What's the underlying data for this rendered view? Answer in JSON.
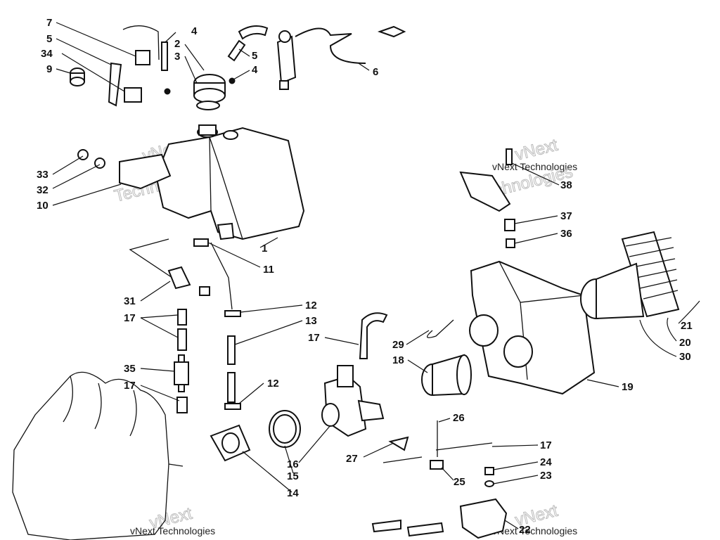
{
  "watermark": {
    "brand": "vNext",
    "text": "vNext Technologies",
    "word": "Technologies"
  },
  "callouts": [
    {
      "id": "7",
      "label": "7"
    },
    {
      "id": "5a",
      "label": "5"
    },
    {
      "id": "34",
      "label": "34"
    },
    {
      "id": "9",
      "label": "9"
    },
    {
      "id": "4a",
      "label": "4"
    },
    {
      "id": "2",
      "label": "2"
    },
    {
      "id": "3",
      "label": "3"
    },
    {
      "id": "5b",
      "label": "5"
    },
    {
      "id": "4b",
      "label": "4"
    },
    {
      "id": "6",
      "label": "6"
    },
    {
      "id": "33",
      "label": "33"
    },
    {
      "id": "32",
      "label": "32"
    },
    {
      "id": "10",
      "label": "10"
    },
    {
      "id": "1",
      "label": "1"
    },
    {
      "id": "11",
      "label": "11"
    },
    {
      "id": "38",
      "label": "38"
    },
    {
      "id": "37",
      "label": "37"
    },
    {
      "id": "36",
      "label": "36"
    },
    {
      "id": "31",
      "label": "31"
    },
    {
      "id": "17a",
      "label": "17"
    },
    {
      "id": "12a",
      "label": "12"
    },
    {
      "id": "13",
      "label": "13"
    },
    {
      "id": "17b",
      "label": "17"
    },
    {
      "id": "29",
      "label": "29"
    },
    {
      "id": "21",
      "label": "21"
    },
    {
      "id": "20",
      "label": "20"
    },
    {
      "id": "30",
      "label": "30"
    },
    {
      "id": "18",
      "label": "18"
    },
    {
      "id": "19",
      "label": "19"
    },
    {
      "id": "35",
      "label": "35"
    },
    {
      "id": "17c",
      "label": "17"
    },
    {
      "id": "12b",
      "label": "12"
    },
    {
      "id": "26",
      "label": "26"
    },
    {
      "id": "17d",
      "label": "17"
    },
    {
      "id": "27",
      "label": "27"
    },
    {
      "id": "24",
      "label": "24"
    },
    {
      "id": "16",
      "label": "16"
    },
    {
      "id": "15",
      "label": "15"
    },
    {
      "id": "25",
      "label": "25"
    },
    {
      "id": "23",
      "label": "23"
    },
    {
      "id": "14",
      "label": "14"
    },
    {
      "id": "22",
      "label": "22"
    }
  ]
}
